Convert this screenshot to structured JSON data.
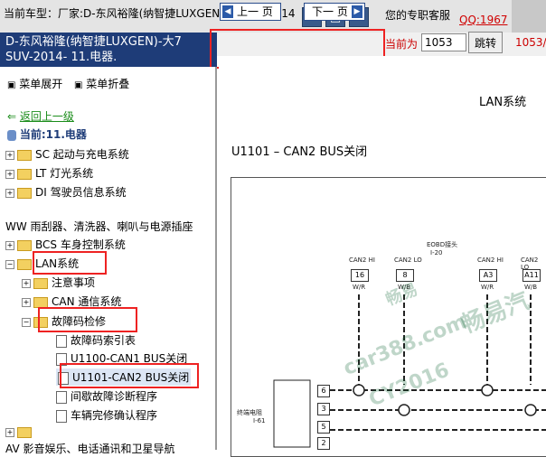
{
  "topbar": {
    "vehicle_label": "当前车型：",
    "vehicle_text": "厂家:D-东风裕隆(纳智捷LUXGEN)大7 SUV2014",
    "service_label": "您的专职客服",
    "qq_label": "QQ:1967"
  },
  "left_header": {
    "vehicle_name_line1": "D-东风裕隆(纳智捷LUXGEN)-大7",
    "vehicle_name_line2": "SUV-2014- 11.电器."
  },
  "toolbar": {
    "prev_label": "上一 页",
    "next_label": "下一 页",
    "current_label": "当前为",
    "page_value": "1053",
    "jump_label": "跳转",
    "page_count": "1053/"
  },
  "tree": {
    "expand_label": "菜单展开",
    "collapse_label": "菜单折叠",
    "back_label": "返回上一级",
    "current_label": "当前:11.电器",
    "items": [
      {
        "label": "SC 起动与充电系统"
      },
      {
        "label": "LT 灯光系统"
      },
      {
        "label": "DI 驾驶员信息系统"
      },
      {
        "label": "WW 雨刮器、清洗器、喇叭与电源插座"
      },
      {
        "label": "BCS 车身控制系统"
      },
      {
        "label": "LAN系统"
      },
      {
        "label": "注意事项"
      },
      {
        "label": "CAN 通信系统"
      },
      {
        "label": "故障码检修"
      },
      {
        "label": "故障码索引表"
      },
      {
        "label": "U1100-CAN1 BUS关闭"
      },
      {
        "label": "U1101-CAN2 BUS关闭"
      },
      {
        "label": "间歇故障诊断程序"
      },
      {
        "label": "车辆完修确认程序"
      },
      {
        "label": "AV 影音娱乐、电话通讯和卫星导航"
      }
    ]
  },
  "document": {
    "title": "LAN系统",
    "subtitle": "U1101 – CAN2 BUS关闭",
    "diagram": {
      "connector_label": "EOBD接头",
      "connector_id": "I-20",
      "can_hi": "CAN2 HI",
      "can_lo": "CAN2 LO",
      "pin_16": "16",
      "pin_8": "8",
      "pin_a3": "A3",
      "pin_a11": "A11",
      "wire_wr": "W/R",
      "wire_wb": "W/B",
      "module_label": "终端电阻",
      "module_id": "I-61",
      "pin_6": "6",
      "pin_3": "3",
      "pin_5": "5",
      "pin_2": "2"
    },
    "watermarks": [
      "畅易汽",
      "car388.com",
      "CY2016",
      "畅易"
    ]
  }
}
